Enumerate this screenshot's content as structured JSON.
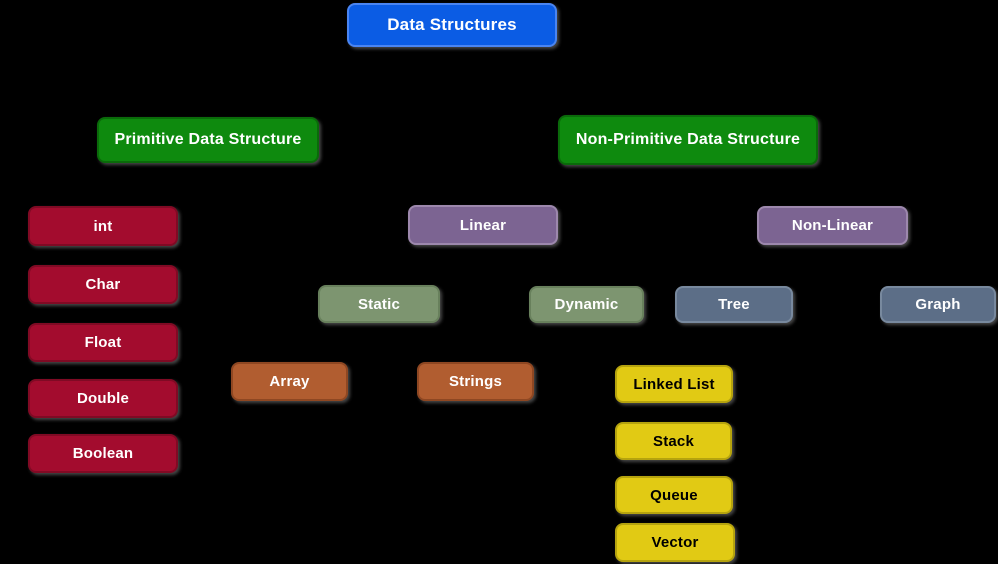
{
  "diagram": {
    "title": "Data Structures hierarchy diagram",
    "background_color": "#000000",
    "palette": {
      "root_blue": "#0b5ce4",
      "category_green": "#0e8a0e",
      "primitive_crimson": "#a30c2e",
      "linear_purple": "#7c6492",
      "static_sage": "#7d9570",
      "tree_slate": "#5c6e87",
      "array_brown": "#b15d30",
      "dynamic_yellow": "#e1ca14",
      "text_light": "#ffffff",
      "text_dark": "#000000"
    }
  },
  "nodes": [
    {
      "id": "data-structures",
      "label": "Data Structures",
      "parent": null,
      "fill": "#0b5ce4",
      "border": "#4a85f2",
      "text": "#ffffff"
    },
    {
      "id": "primitive-data-structure",
      "label": "Primitive Data Structure",
      "parent": "data-structures",
      "fill": "#0e8a0e",
      "border": "#0a6a0a",
      "text": "#ffffff"
    },
    {
      "id": "non-primitive-data-structure",
      "label": "Non-Primitive Data Structure",
      "parent": "data-structures",
      "fill": "#0e8a0e",
      "border": "#0a6a0a",
      "text": "#ffffff"
    },
    {
      "id": "int",
      "label": "int",
      "parent": "primitive-data-structure",
      "fill": "#a30c2e",
      "border": "#800a24",
      "text": "#ffffff"
    },
    {
      "id": "char",
      "label": "Char",
      "parent": "primitive-data-structure",
      "fill": "#a30c2e",
      "border": "#800a24",
      "text": "#ffffff"
    },
    {
      "id": "float",
      "label": "Float",
      "parent": "primitive-data-structure",
      "fill": "#a30c2e",
      "border": "#800a24",
      "text": "#ffffff"
    },
    {
      "id": "double",
      "label": "Double",
      "parent": "primitive-data-structure",
      "fill": "#a30c2e",
      "border": "#800a24",
      "text": "#ffffff"
    },
    {
      "id": "boolean",
      "label": "Boolean",
      "parent": "primitive-data-structure",
      "fill": "#a30c2e",
      "border": "#800a24",
      "text": "#ffffff"
    },
    {
      "id": "linear",
      "label": "Linear",
      "parent": "non-primitive-data-structure",
      "fill": "#7c6492",
      "border": "#9d88ad",
      "text": "#ffffff"
    },
    {
      "id": "non-linear",
      "label": "Non-Linear",
      "parent": "non-primitive-data-structure",
      "fill": "#7c6492",
      "border": "#9d88ad",
      "text": "#ffffff"
    },
    {
      "id": "static",
      "label": "Static",
      "parent": "linear",
      "fill": "#7d9570",
      "border": "#68805c",
      "text": "#ffffff"
    },
    {
      "id": "dynamic",
      "label": "Dynamic",
      "parent": "linear",
      "fill": "#7d9570",
      "border": "#68805c",
      "text": "#ffffff"
    },
    {
      "id": "tree",
      "label": "Tree",
      "parent": "non-linear",
      "fill": "#5c6e87",
      "border": "#78899e",
      "text": "#ffffff"
    },
    {
      "id": "graph",
      "label": "Graph",
      "parent": "non-linear",
      "fill": "#5c6e87",
      "border": "#78899e",
      "text": "#ffffff"
    },
    {
      "id": "array",
      "label": "Array",
      "parent": "static",
      "fill": "#b15d30",
      "border": "#8e4722",
      "text": "#ffffff"
    },
    {
      "id": "strings",
      "label": "Strings",
      "parent": "static",
      "fill": "#b15d30",
      "border": "#8e4722",
      "text": "#ffffff"
    },
    {
      "id": "linked-list",
      "label": "Linked List",
      "parent": "dynamic",
      "fill": "#e1ca14",
      "border": "#b5a30e",
      "text": "#000000"
    },
    {
      "id": "stack",
      "label": "Stack",
      "parent": "dynamic",
      "fill": "#e1ca14",
      "border": "#b5a30e",
      "text": "#000000"
    },
    {
      "id": "queue",
      "label": "Queue",
      "parent": "dynamic",
      "fill": "#e1ca14",
      "border": "#b5a30e",
      "text": "#000000"
    },
    {
      "id": "vector",
      "label": "Vector",
      "parent": "dynamic",
      "fill": "#e1ca14",
      "border": "#b5a30e",
      "text": "#000000"
    }
  ]
}
